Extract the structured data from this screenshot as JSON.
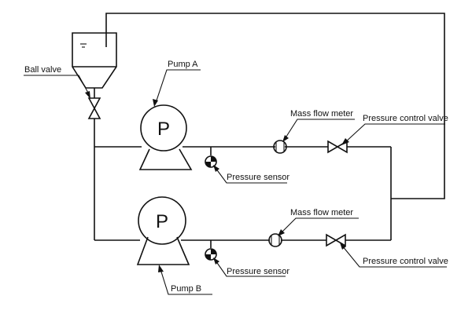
{
  "labels": {
    "ball_valve": "Ball valve",
    "pump_a": "Pump A",
    "pump_b": "Pump B",
    "pump_symbol": "P",
    "mass_flow_meter_top": "Mass flow meter",
    "mass_flow_meter_bottom": "Mass flow meter",
    "pressure_control_valve_top": "Pressure control valve",
    "pressure_control_valve_bottom": "Pressure control valve",
    "pressure_sensor_top": "Pressure sensor",
    "pressure_sensor_bottom": "Pressure sensor"
  }
}
